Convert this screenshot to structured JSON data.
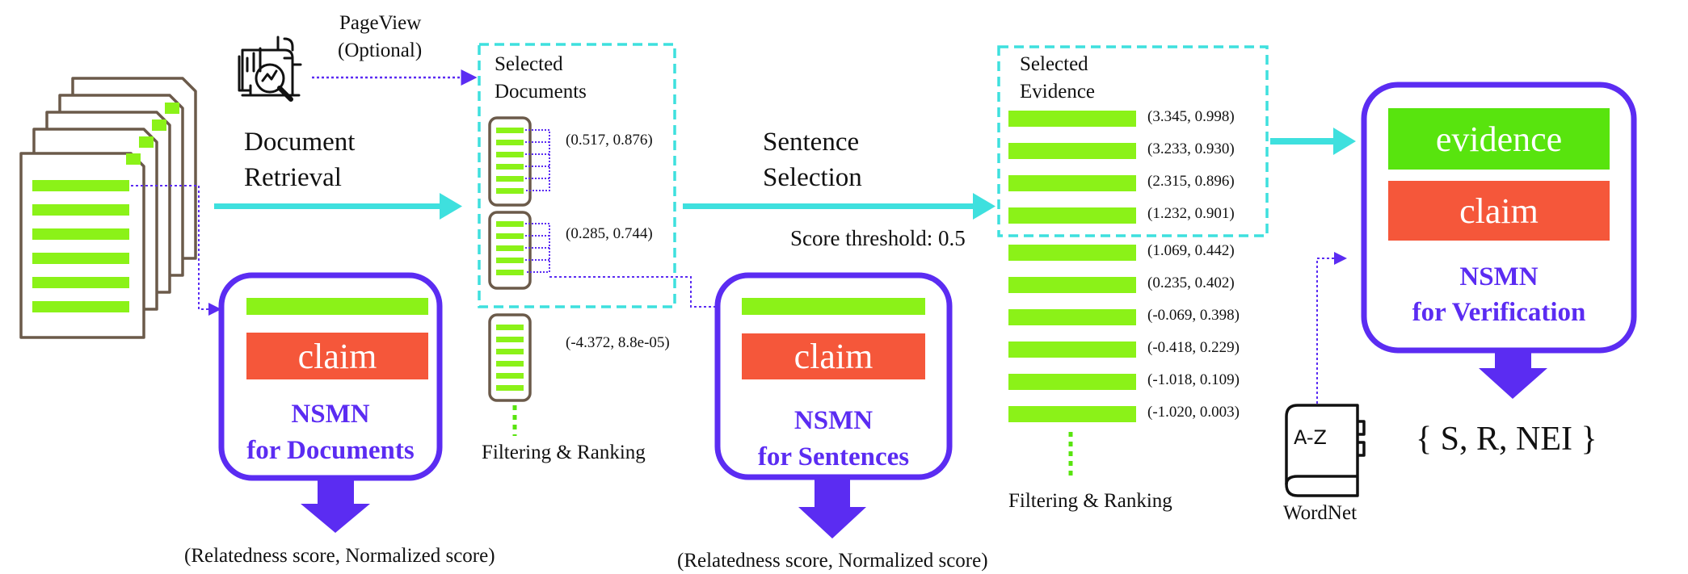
{
  "colors": {
    "accent_purple": "#5b2cf2",
    "arrow_cyan": "#3ee0de",
    "bar_green": "#8bf218",
    "claim_red": "#f5573a",
    "evidence_green": "#58e40e",
    "doc_outline": "#6b5a4a"
  },
  "icons": [
    "pageview-analytics-icon",
    "wordnet-book-icon",
    "document-stack-icon"
  ],
  "pageview": {
    "line1": "PageView",
    "line2": "(Optional)"
  },
  "doc_retrieval": {
    "line1": "Document",
    "line2": "Retrieval"
  },
  "selected_documents": {
    "line1": "Selected",
    "line2": "Documents",
    "scores": [
      "(0.517, 0.876)",
      "(0.285, 0.744)",
      "(-4.372, 8.8e-05)"
    ],
    "filter_label": "Filtering & Ranking"
  },
  "sentence_selection": {
    "line1": "Sentence",
    "line2": "Selection",
    "threshold": "Score threshold: 0.5"
  },
  "selected_evidence": {
    "line1": "Selected",
    "line2": "Evidence",
    "scores": [
      "(3.345, 0.998)",
      "(3.233, 0.930)",
      "(2.315, 0.896)",
      "(1.232, 0.901)",
      "(1.069, 0.442)",
      "(0.235, 0.402)",
      "(-0.069, 0.398)",
      "(-0.418, 0.229)",
      "(-1.018, 0.109)",
      "(-1.020, 0.003)"
    ],
    "filter_label": "Filtering & Ranking"
  },
  "nsmn_documents": {
    "claim": "claim",
    "line1": "NSMN",
    "line2": "for Documents",
    "output": "(Relatedness score, Normalized score)"
  },
  "nsmn_sentences": {
    "claim": "claim",
    "line1": "NSMN",
    "line2": "for Sentences",
    "output": "(Relatedness score, Normalized score)"
  },
  "nsmn_verification": {
    "evidence": "evidence",
    "claim": "claim",
    "line1": "NSMN",
    "line2": "for Verification",
    "output": "{ S, R, NEI }"
  },
  "wordnet": {
    "label": "WordNet",
    "book_text": "A-Z"
  }
}
